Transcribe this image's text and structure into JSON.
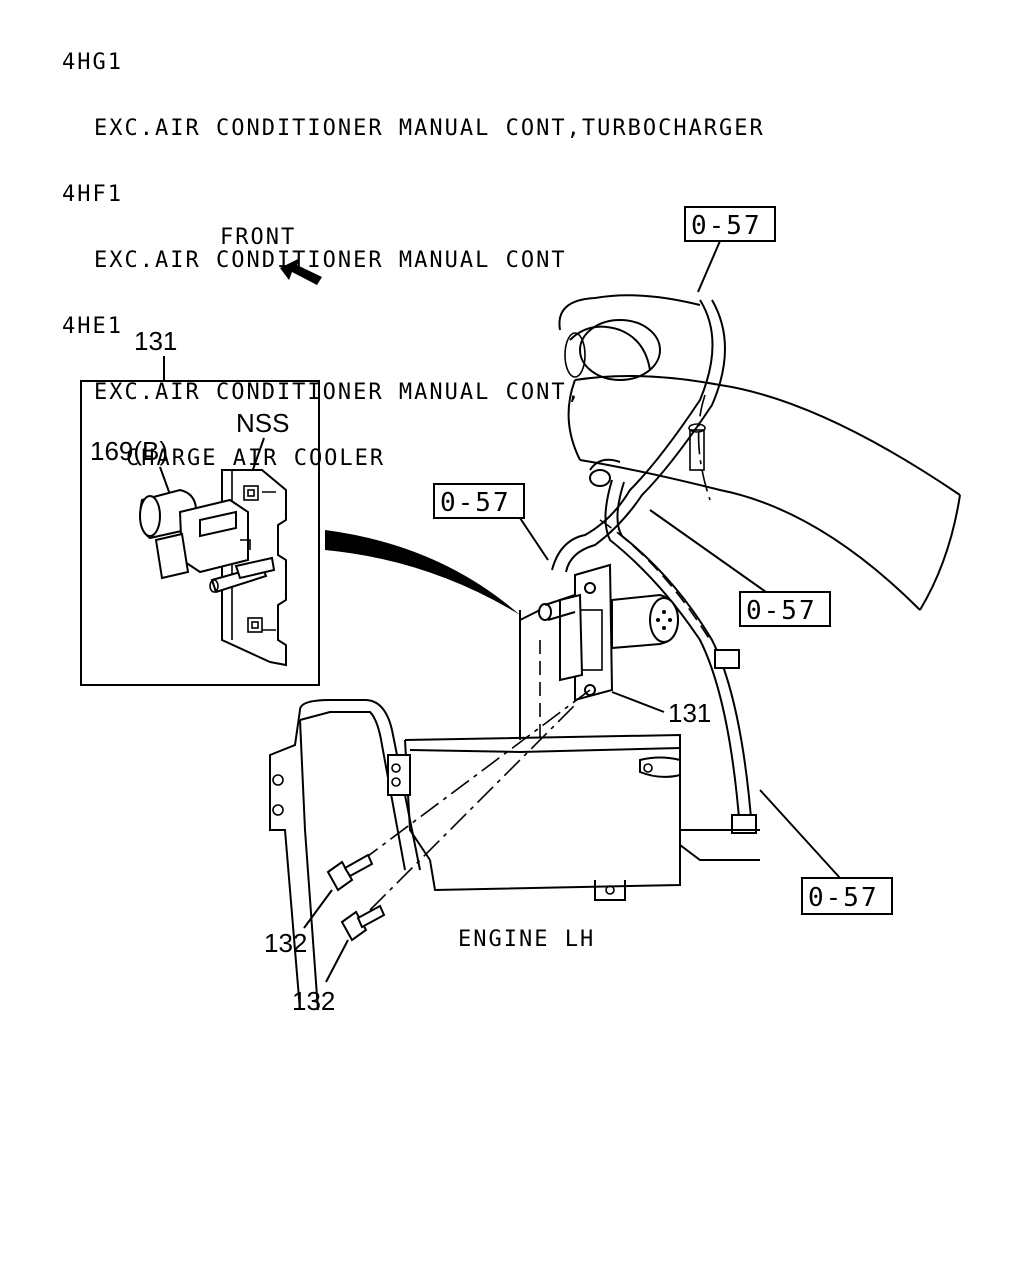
{
  "header": {
    "lines": [
      {
        "model": "4HG1",
        "desc": [
          "EXC.AIR CONDITIONER MANUAL CONT,TURBOCHARGER"
        ]
      },
      {
        "model": "4HF1",
        "desc": [
          "EXC.AIR CONDITIONER MANUAL CONT"
        ]
      },
      {
        "model": "4HE1",
        "desc": [
          "EXC.AIR CONDITIONER MANUAL CONT,",
          "CHARGE AIR COOLER"
        ]
      }
    ]
  },
  "labels": {
    "front": "FRONT",
    "part_131_detail": "131",
    "part_131_main": "131",
    "nss": "NSS",
    "part_169b": "169(B)",
    "ref_top": "0-57",
    "ref_left": "0-57",
    "ref_right_mid": "0-57",
    "ref_bottom_right": "0-57",
    "bolt_1": "132",
    "bolt_2": "132",
    "engine": "ENGINE LH"
  }
}
